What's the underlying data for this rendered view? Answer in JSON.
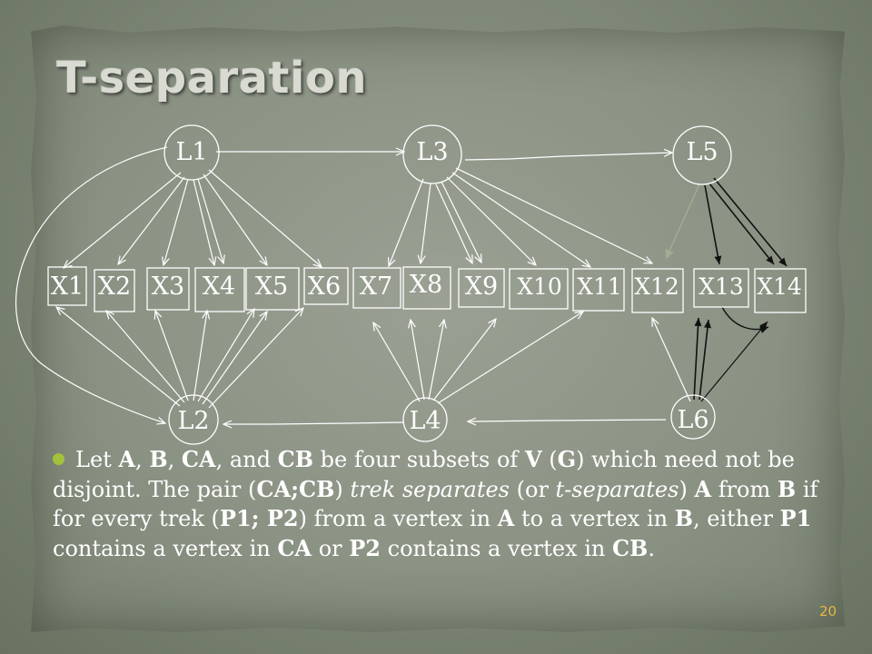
{
  "title": "T-separation",
  "slide_number": "20",
  "nodes": {
    "latent": [
      "L1",
      "L3",
      "L5",
      "L2",
      "L4",
      "L6"
    ],
    "observed": [
      "X1",
      "X2",
      "X3",
      "X4",
      "X5",
      "X6",
      "X7",
      "X8",
      "X9",
      "X10",
      "X11",
      "X12",
      "X13",
      "X14"
    ]
  },
  "definition": [
    {
      "t": "Let ",
      "s": ""
    },
    {
      "t": "A",
      "s": "b"
    },
    {
      "t": ", ",
      "s": ""
    },
    {
      "t": "B",
      "s": "b"
    },
    {
      "t": ", ",
      "s": ""
    },
    {
      "t": "CA",
      "s": "b"
    },
    {
      "t": ", and ",
      "s": ""
    },
    {
      "t": "CB",
      "s": "b"
    },
    {
      "t": " be four subsets of ",
      "s": ""
    },
    {
      "t": "V",
      "s": "b"
    },
    {
      "t": " (",
      "s": ""
    },
    {
      "t": "G",
      "s": "b"
    },
    {
      "t": ") which need not be disjoint. The pair (",
      "s": ""
    },
    {
      "t": "CA;CB",
      "s": "b"
    },
    {
      "t": ") ",
      "s": ""
    },
    {
      "t": "trek separates",
      "s": "i"
    },
    {
      "t": " (or ",
      "s": ""
    },
    {
      "t": "t-separates",
      "s": "i"
    },
    {
      "t": ") ",
      "s": ""
    },
    {
      "t": "A",
      "s": "b"
    },
    {
      "t": " from ",
      "s": ""
    },
    {
      "t": "B",
      "s": "b"
    },
    {
      "t": " if for every trek (",
      "s": ""
    },
    {
      "t": "P1; P2",
      "s": "b"
    },
    {
      "t": ") from a vertex in ",
      "s": ""
    },
    {
      "t": "A",
      "s": "b"
    },
    {
      "t": " to a vertex in ",
      "s": ""
    },
    {
      "t": "B",
      "s": "b"
    },
    {
      "t": ", either ",
      "s": ""
    },
    {
      "t": "P1",
      "s": "b"
    },
    {
      "t": " contains a vertex in ",
      "s": ""
    },
    {
      "t": "CA",
      "s": "b"
    },
    {
      "t": " or ",
      "s": ""
    },
    {
      "t": "P2",
      "s": "b"
    },
    {
      "t": " contains a vertex in ",
      "s": ""
    },
    {
      "t": "CB",
      "s": "b"
    },
    {
      "t": ".",
      "s": ""
    }
  ]
}
